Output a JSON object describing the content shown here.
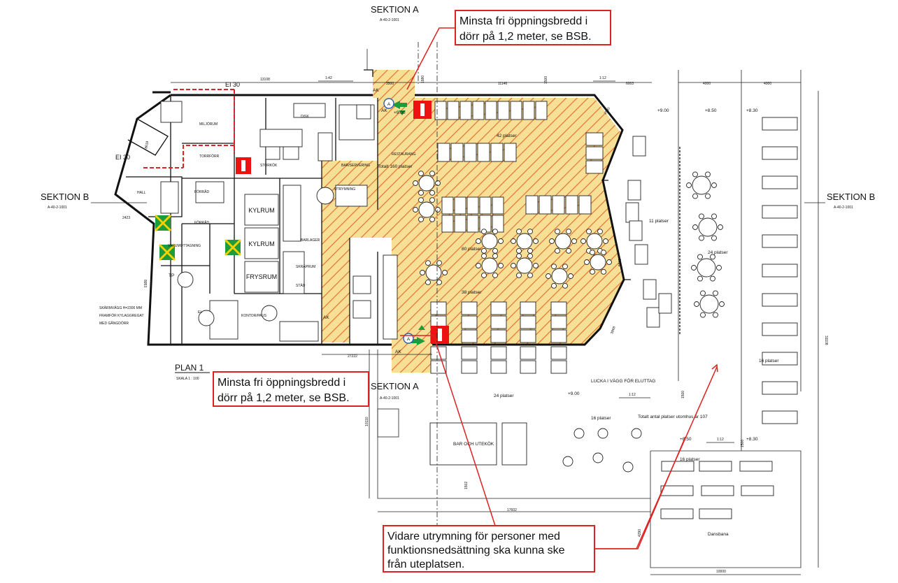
{
  "section_labels": {
    "sektion_a": "SEKTION A",
    "sektion_a_ref": "A-40-2-1001",
    "sektion_b": "SEKTION B",
    "sektion_b_ref": "A-40-2-1001"
  },
  "plan": {
    "title": "PLAN 1",
    "scale": "SKALA 1 : 100"
  },
  "fire_labels": [
    "EI 30",
    "EI 30"
  ],
  "callouts": {
    "door_top": [
      "Minsta fri öppningsbredd i",
      "dörr på 1,2 meter, se BSB."
    ],
    "door_bottom": [
      "Minsta fri öppningsbredd i",
      "dörr på 1,2 meter, se BSB."
    ],
    "evacuation": [
      "Vidare utrymning för personer med",
      "funktionsnedsättning ska kunna ske",
      "från uteplatsen."
    ]
  },
  "rooms": {
    "kylrum_1": "KYLRUM",
    "kylrum_2": "KYLRUM",
    "frysrum": "FRYSRUM",
    "bar_utekok": "BAR OCH UTEKÖK",
    "tp": "TP",
    "dansbana": "Dansbana"
  },
  "notes": {
    "skarmvagg": [
      "SKÄRMVÄGG H=2300 MM",
      "FRAMFÖR KYLAGGREGAT",
      "MED GÅNGDÖRR"
    ],
    "lucka": "LUCKA I VÄGG FÖR ELUTTAG",
    "totalt_ute": "Totalt antal platser utomhus är 107",
    "totalt_inne": "Totalt 160 platser"
  },
  "seats": {
    "s42": "42 platser",
    "s80": "80 platser",
    "s38": "38 platser",
    "s11": "11 platser",
    "s24a": "24 platser",
    "s24b": "24 platser",
    "s16a": "16 platser",
    "s16b": "16 platser",
    "s16c": "16 platser"
  },
  "dimensions": {
    "d13108": "13108",
    "d3500": "3500",
    "d1980": "1980",
    "d11146": "11146",
    "d1500": "1500",
    "d6003": "6003",
    "d4000a": "4000",
    "d4000b": "4000",
    "d27222": "27222",
    "d17602": "17602",
    "d10000": "10000",
    "d31108": "31108",
    "d10110": "10110",
    "d1502": "1502",
    "d4290": "4290",
    "d3868": "3868",
    "d2530": "2530",
    "d8619": "8619",
    "d2423": "2423",
    "d8953": "8953",
    "d6096": "6096",
    "d1500b": "1500",
    "d1500c": "1500"
  },
  "slopes": [
    "1:42",
    "1:12",
    "1:12",
    "1:12"
  ],
  "levels": [
    "+9.00",
    "+8.50",
    "+8.30",
    "+9.00",
    "+8.50",
    "+8.30",
    "+9.00"
  ],
  "markers": {
    "a1": "A",
    "a2": "A",
    "ak": [
      "AK",
      "AK",
      "AK",
      "AK"
    ]
  },
  "small_room_labels": [
    "MILJÖRUM",
    "TORRFÖRR",
    "HALL",
    "FÖRRÅD",
    "FÖRRÅD",
    "STORKÖK",
    "DISK",
    "BAR/SERVERING",
    "UTRYMNING",
    "STÄD",
    "KONTOR/PAUS",
    "VARUMOTTAGNING",
    "EL",
    "BARLAGER",
    "SKRÄPRUM",
    "RESTAURANG"
  ]
}
